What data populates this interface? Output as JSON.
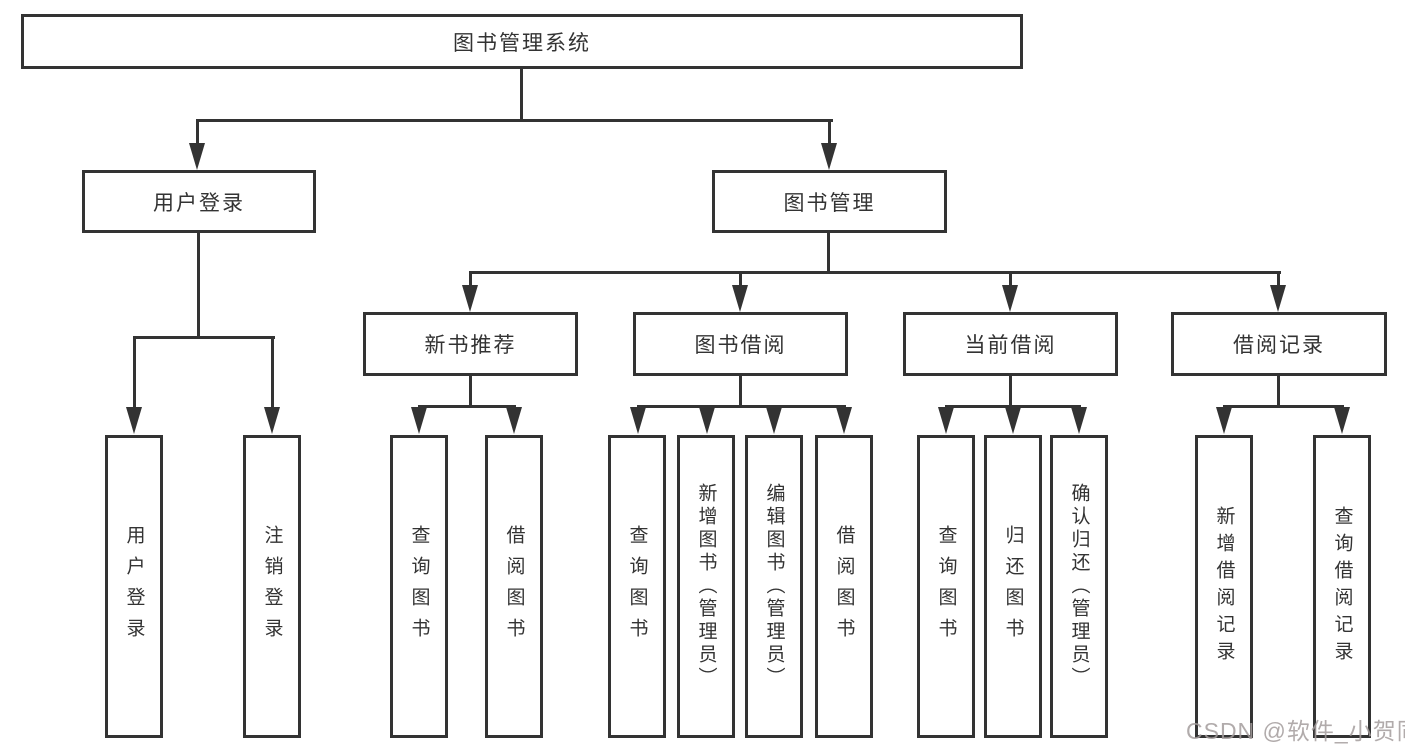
{
  "root": {
    "label": "图书管理系统"
  },
  "branches": {
    "user_login": {
      "label": "用户登录",
      "children": [
        {
          "label": "用户登录"
        },
        {
          "label": "注销登录"
        }
      ]
    },
    "book_mgmt": {
      "label": "图书管理",
      "groups": [
        {
          "label": "新书推荐",
          "children": [
            {
              "label": "查询图书"
            },
            {
              "label": "借阅图书"
            }
          ]
        },
        {
          "label": "图书借阅",
          "children": [
            {
              "label": "查询图书"
            },
            {
              "label": "新增图书（管理员）"
            },
            {
              "label": "编辑图书（管理员）"
            },
            {
              "label": "借阅图书"
            }
          ]
        },
        {
          "label": "当前借阅",
          "children": [
            {
              "label": "查询图书"
            },
            {
              "label": "归还图书"
            },
            {
              "label": "确认归还（管理员）"
            }
          ]
        },
        {
          "label": "借阅记录",
          "children": [
            {
              "label": "新增借阅记录"
            },
            {
              "label": "查询借阅记录"
            }
          ]
        }
      ]
    }
  },
  "watermark": {
    "text": "CSDN @软件_小贺同学"
  }
}
